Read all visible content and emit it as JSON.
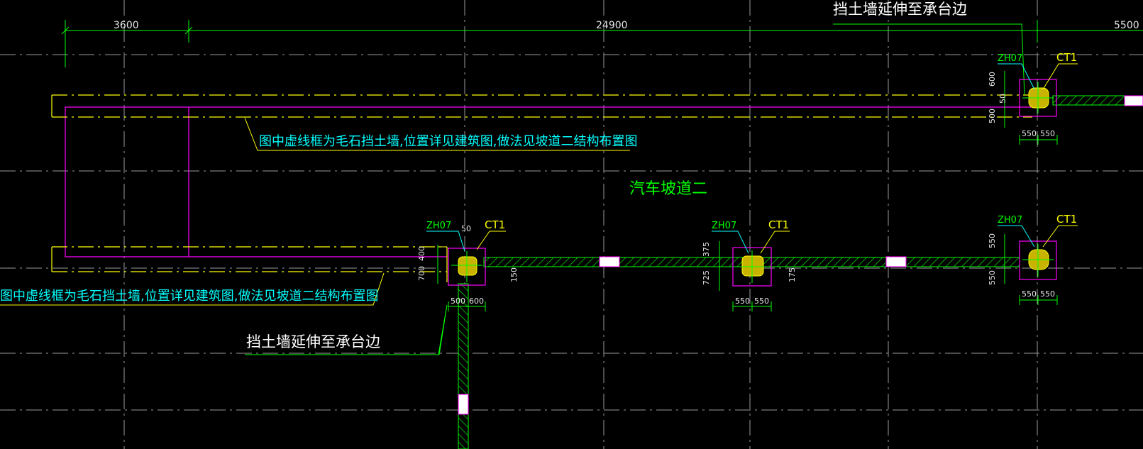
{
  "drawing": {
    "background": "#000000",
    "colors": {
      "grid": "#9a9a9a",
      "dimension": "#00ff00",
      "wall": "#ffff00",
      "outline": "#ff00ff",
      "hatch": "#00ff00",
      "pile_cap": "#ff00ff",
      "pile": "#c8b400",
      "note_cyan": "#00ffff",
      "note_white": "#ffffff",
      "note_green": "#00ff00"
    }
  },
  "dimensions": {
    "top_left": "3600",
    "top_middle": "24900",
    "top_right": "5500"
  },
  "notes": {
    "retaining_wall_extend_top": "挡土墙延伸至承台边",
    "retaining_wall_extend_bottom": "挡土墙延伸至承台边",
    "dashed_box_note_upper": "图中虚线框为毛石挡土墙,位置详见建筑图,做法见坡道二结构布置图",
    "dashed_box_note_lower": "图中虚线框为毛石挡土墙,位置详见建筑图,做法见坡道二结构布置图",
    "ramp_label": "汽车坡道二"
  },
  "piles": [
    {
      "pile_tag": "ZH07",
      "cap_tag": "CT1",
      "dims": [
        "600",
        "50",
        "500",
        "550",
        "550"
      ]
    },
    {
      "pile_tag": "ZH07",
      "cap_tag": "CT1",
      "dims": [
        "50",
        "400",
        "700",
        "150",
        "500",
        "600"
      ]
    },
    {
      "pile_tag": "ZH07",
      "cap_tag": "CT1",
      "dims": [
        "375",
        "725",
        "175",
        "550",
        "550"
      ]
    },
    {
      "pile_tag": "ZH07",
      "cap_tag": "CT1",
      "dims": [
        "550",
        "550",
        "550",
        "550"
      ]
    }
  ]
}
